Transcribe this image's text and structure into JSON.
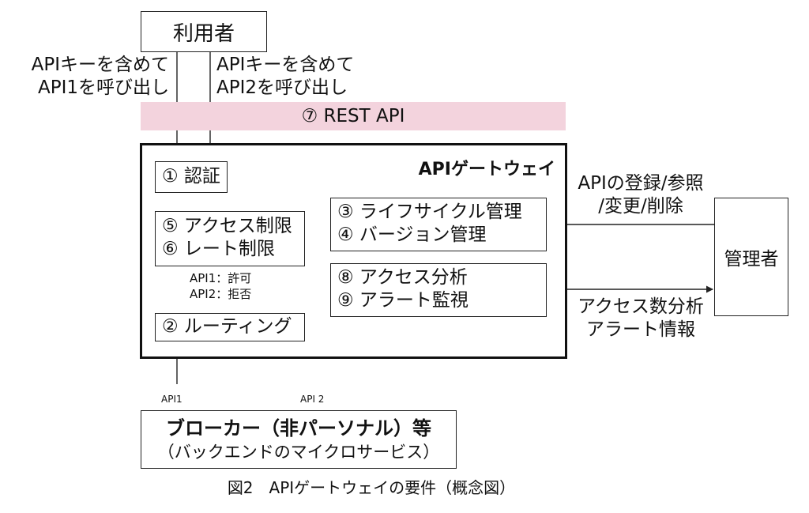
{
  "user": {
    "label": "利用者"
  },
  "call_api1": {
    "line1": "APIキーを含めて",
    "line2": "API1を呼び出し"
  },
  "call_api2": {
    "line1": "APIキーを含めて",
    "line2": "API2を呼び出し"
  },
  "rest_api": {
    "label": "⑦ REST API"
  },
  "gateway": {
    "title": "APIゲートウェイ",
    "auth": "① 認証",
    "access_limit": "⑤ アクセス制限",
    "rate_limit": "⑥ レート制限",
    "api1_allowed": "API1：許可",
    "api2_denied": "API2：拒否",
    "routing": "② ルーティング",
    "lifecycle": "③ ライフサイクル管理",
    "version": "④ バージョン管理",
    "access_analysis": "⑧ アクセス分析",
    "alert_monitor": "⑨ アラート監視"
  },
  "admin_ops": {
    "line1": "APIの登録/参照",
    "line2": "/変更/削除"
  },
  "admin": {
    "label": "管理者"
  },
  "admin_out": {
    "line1": "アクセス数分析",
    "line2": "アラート情報"
  },
  "api1_small": "API1",
  "api2_small": "API 2",
  "broker": {
    "line1": "ブローカー（非パーソナル）等",
    "line2": "（バックエンドのマイクロサービス）"
  },
  "caption": "図2　APIゲートウェイの要件（概念図）",
  "colors": {
    "rest_band": "#f3d3dd",
    "line": "#222222"
  }
}
